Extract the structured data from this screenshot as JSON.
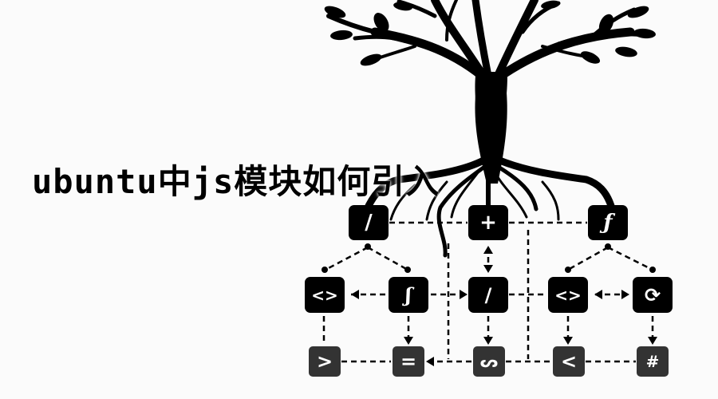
{
  "title": "ubuntu中js模块如何引入",
  "colors": {
    "background": "#fbfbfb",
    "ink": "#000000",
    "bottom_row_node": "#333333",
    "node_glyph": "#ffffff"
  },
  "illustration": {
    "subject": "tree-with-roots-connected-to-code-diagram",
    "nodes": {
      "row1": [
        {
          "glyph": "/",
          "icon": "slash-icon"
        },
        {
          "glyph": "+",
          "icon": "plus-icon"
        },
        {
          "glyph": "ƒ",
          "icon": "function-icon"
        }
      ],
      "row2": [
        {
          "glyph": "<>",
          "icon": "code-brackets-icon"
        },
        {
          "glyph": "ʃ",
          "icon": "integral-icon"
        },
        {
          "glyph": "/",
          "icon": "slash-icon"
        },
        {
          "glyph": "<>",
          "icon": "code-brackets-icon"
        },
        {
          "glyph": "⟳",
          "icon": "cycle-icon"
        }
      ],
      "row3": [
        {
          "glyph": ">",
          "icon": "greater-than-icon"
        },
        {
          "glyph": "=",
          "icon": "equals-icon"
        },
        {
          "glyph": "ᔕ",
          "icon": "glyph-icon"
        },
        {
          "glyph": "<",
          "icon": "less-than-icon"
        },
        {
          "glyph": "#",
          "icon": "hash-icon"
        }
      ]
    }
  }
}
